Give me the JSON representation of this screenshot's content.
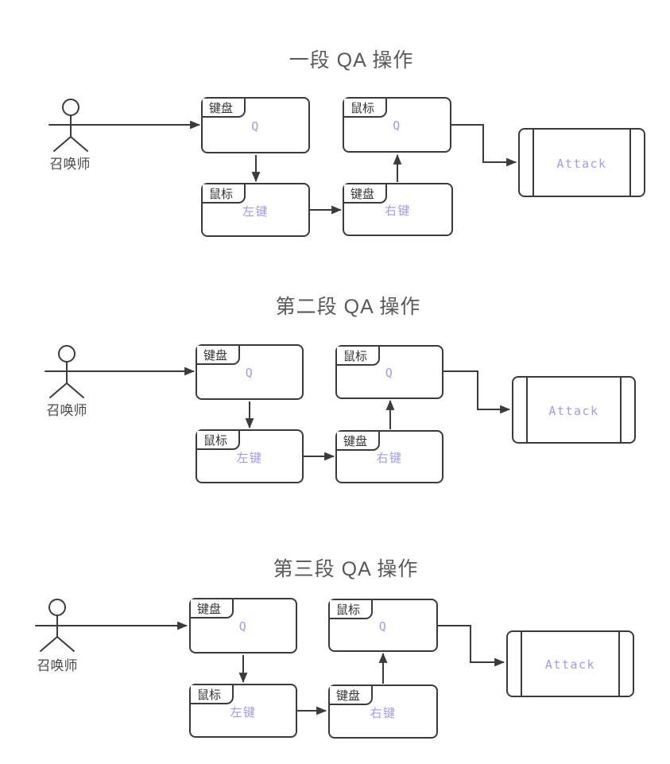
{
  "colors": {
    "border": "#3b3b3b",
    "connector": "#3b3b3b",
    "title_text": "#595959",
    "actor_text": "#4a4a4a",
    "tab_text": "#333333",
    "value_text": "#a09ce8",
    "background": "#ffffff"
  },
  "sections": [
    {
      "title": "一段 QA 操作",
      "actor_label": "召唤师",
      "nodes": {
        "keyboard_q": {
          "tab": "键盘",
          "value": "Q"
        },
        "mouse_left": {
          "tab": "鼠标",
          "value": "左键"
        },
        "keyboard_right": {
          "tab": "键盘",
          "value": "右键"
        },
        "mouse_q": {
          "tab": "鼠标",
          "value": "Q"
        },
        "attack": {
          "value": "Attack"
        }
      }
    },
    {
      "title": "第二段 QA 操作",
      "actor_label": "召唤师",
      "nodes": {
        "keyboard_q": {
          "tab": "键盘",
          "value": "Q"
        },
        "mouse_left": {
          "tab": "鼠标",
          "value": "左键"
        },
        "keyboard_right": {
          "tab": "键盘",
          "value": "右键"
        },
        "mouse_q": {
          "tab": "鼠标",
          "value": "Q"
        },
        "attack": {
          "value": "Attack"
        }
      }
    },
    {
      "title": "第三段 QA 操作",
      "actor_label": "召唤师",
      "nodes": {
        "keyboard_q": {
          "tab": "键盘",
          "value": "Q"
        },
        "mouse_left": {
          "tab": "鼠标",
          "value": "左键"
        },
        "keyboard_right": {
          "tab": "键盘",
          "value": "右键"
        },
        "mouse_q": {
          "tab": "鼠标",
          "value": "Q"
        },
        "attack": {
          "value": "Attack"
        }
      }
    }
  ]
}
